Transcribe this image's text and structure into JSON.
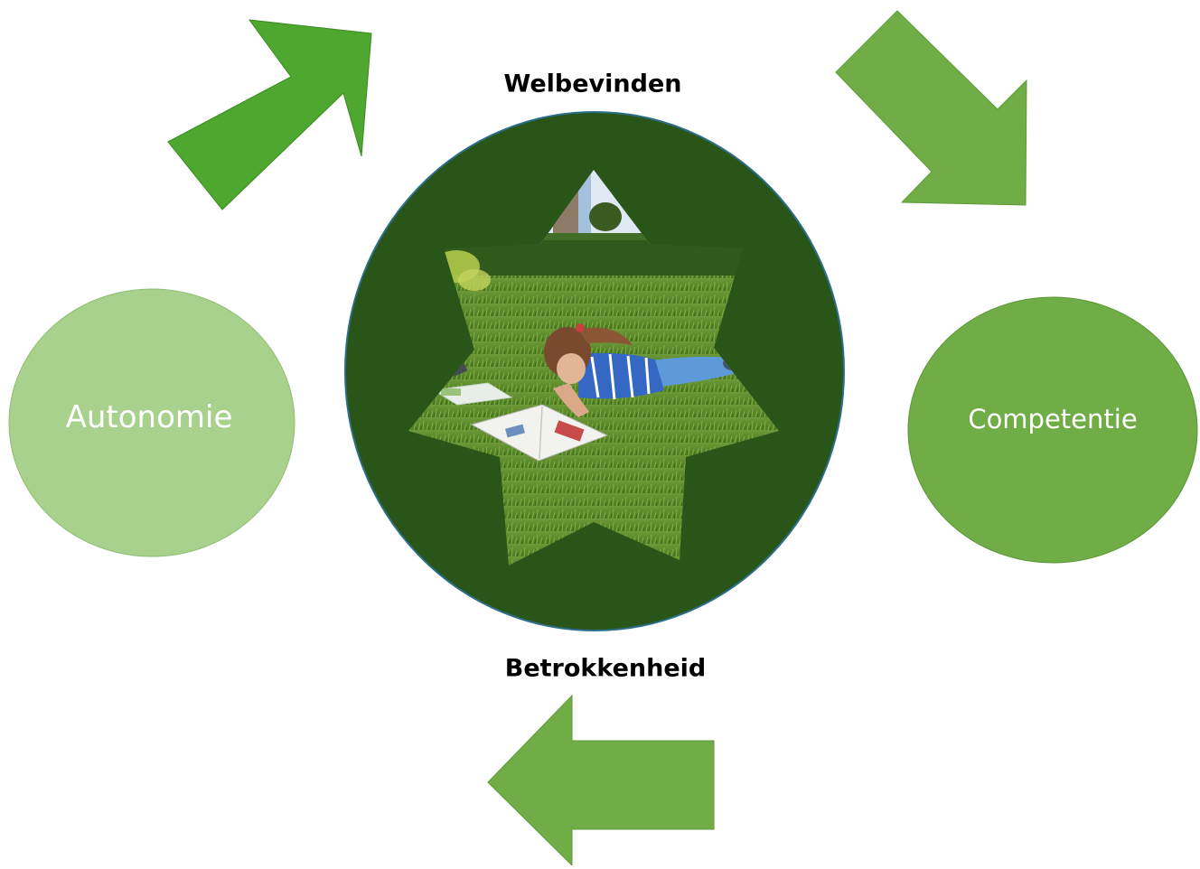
{
  "diagram": {
    "top_label": "Welbevinden",
    "bottom_label": "Betrokkenheid",
    "nodes": {
      "left": {
        "label": "Autonomie",
        "color": "#a9d18e"
      },
      "right": {
        "label": "Competentie",
        "color": "#70ad47"
      }
    },
    "center": {
      "ring_color": "#2a5518",
      "image": "photo of a girl lying on grass reading a magazine"
    },
    "arrows": {
      "top_left_color": "#4ea72e",
      "top_right_color": "#70ad47",
      "bottom_color": "#70ad47"
    }
  }
}
